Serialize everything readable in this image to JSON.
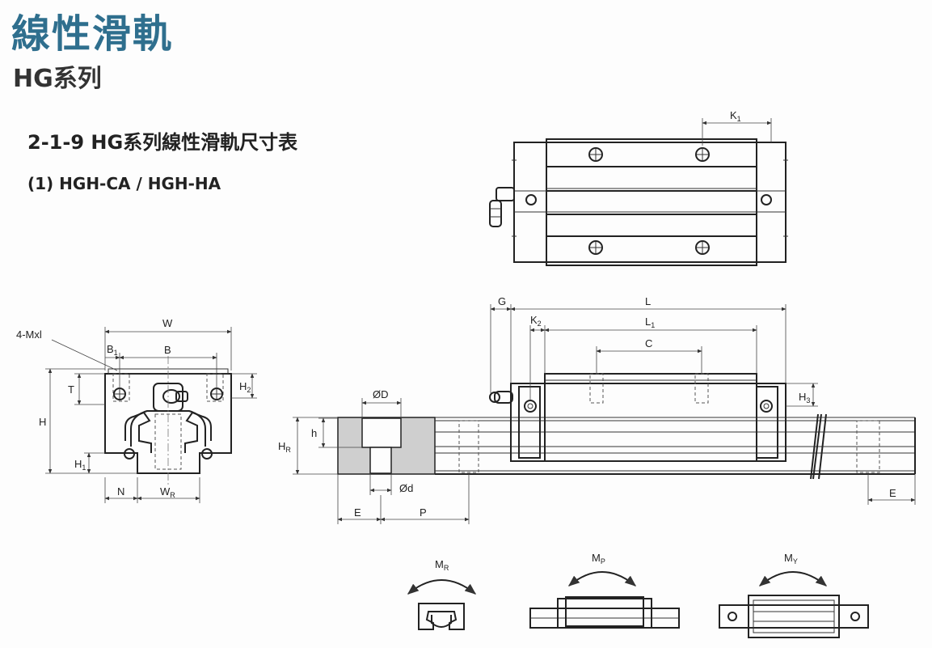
{
  "header": {
    "title": "線性滑軌",
    "subtitle": "HG系列",
    "section_heading": "2-1-9 HG系列線性滑軌尺寸表",
    "model_heading": "(1) HGH-CA / HGH-HA"
  },
  "labels": {
    "mxl": "4-Mxl",
    "W": "W",
    "B": "B",
    "B1": "B",
    "B1_sub": "1",
    "T": "T",
    "H": "H",
    "H1": "H",
    "H1_sub": "1",
    "H2": "H",
    "H2_sub": "2",
    "N": "N",
    "WR": "W",
    "WR_sub": "R",
    "K1": "K",
    "K1_sub": "1",
    "G": "G",
    "K2": "K",
    "K2_sub": "2",
    "L": "L",
    "L1": "L",
    "L1_sub": "1",
    "C": "C",
    "H3": "H",
    "H3_sub": "3",
    "OD": "ØD",
    "Od": "Ød",
    "h": "h",
    "HR": "H",
    "HR_sub": "R",
    "E_left": "E",
    "P": "P",
    "E_right": "E",
    "MR": "M",
    "MR_sub": "R",
    "MP": "M",
    "MP_sub": "P",
    "MY": "M",
    "MY_sub": "Y"
  }
}
